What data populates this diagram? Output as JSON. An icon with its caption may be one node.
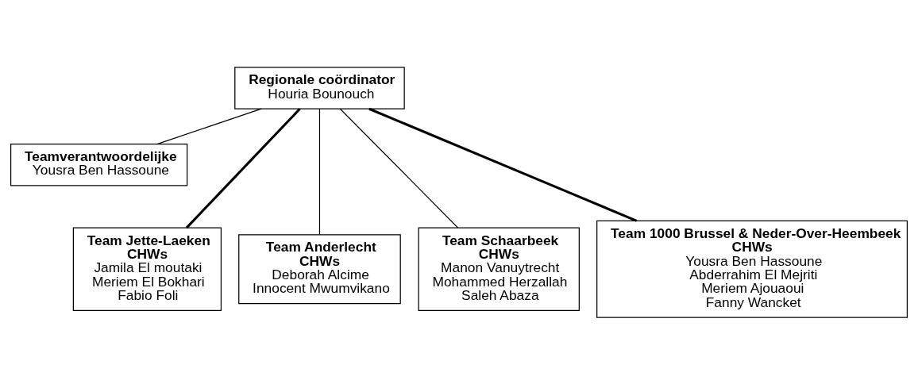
{
  "diagram": {
    "nodes": [
      {
        "text": [
          "Regionale coördinator",
          "Houria Bounouch"
        ]
      },
      {
        "text": [
          "Teamverantwoordelijke",
          "Yousra Ben Hassoune"
        ]
      },
      {
        "text": [
          "Team Jette-Laeken",
          "CHWs",
          "Jamila El moutaki",
          "Meriem El Bokhari",
          "Fabio Foli"
        ]
      },
      {
        "text": [
          "Team Anderlecht",
          "CHWs",
          "Deborah Alcime",
          "Innocent Mwumvikano"
        ]
      },
      {
        "text": [
          "Team Schaarbeek",
          "CHWs",
          "Manon Vanuytrecht",
          "Mohammed Herzallah",
          "Saleh Abaza"
        ]
      },
      {
        "text": [
          "Team 1000 Brussel & Neder-Over-Heembeek",
          "CHWs",
          "Yousra Ben Hassoune",
          "Abderrahim El Mejriti",
          "Meriem Ajouaoui",
          "Fanny Wancket"
        ]
      }
    ],
    "edges": [
      {
        "from": 0,
        "to": 1,
        "arrow": "none"
      },
      {
        "from": 0,
        "to": 2,
        "arrow": "none",
        "style": "thick"
      },
      {
        "from": 0,
        "to": 3,
        "arrow": "none"
      },
      {
        "from": 0,
        "to": 4,
        "arrow": "none"
      },
      {
        "from": 0,
        "to": 5,
        "arrow": "none",
        "style": "thick"
      }
    ]
  }
}
